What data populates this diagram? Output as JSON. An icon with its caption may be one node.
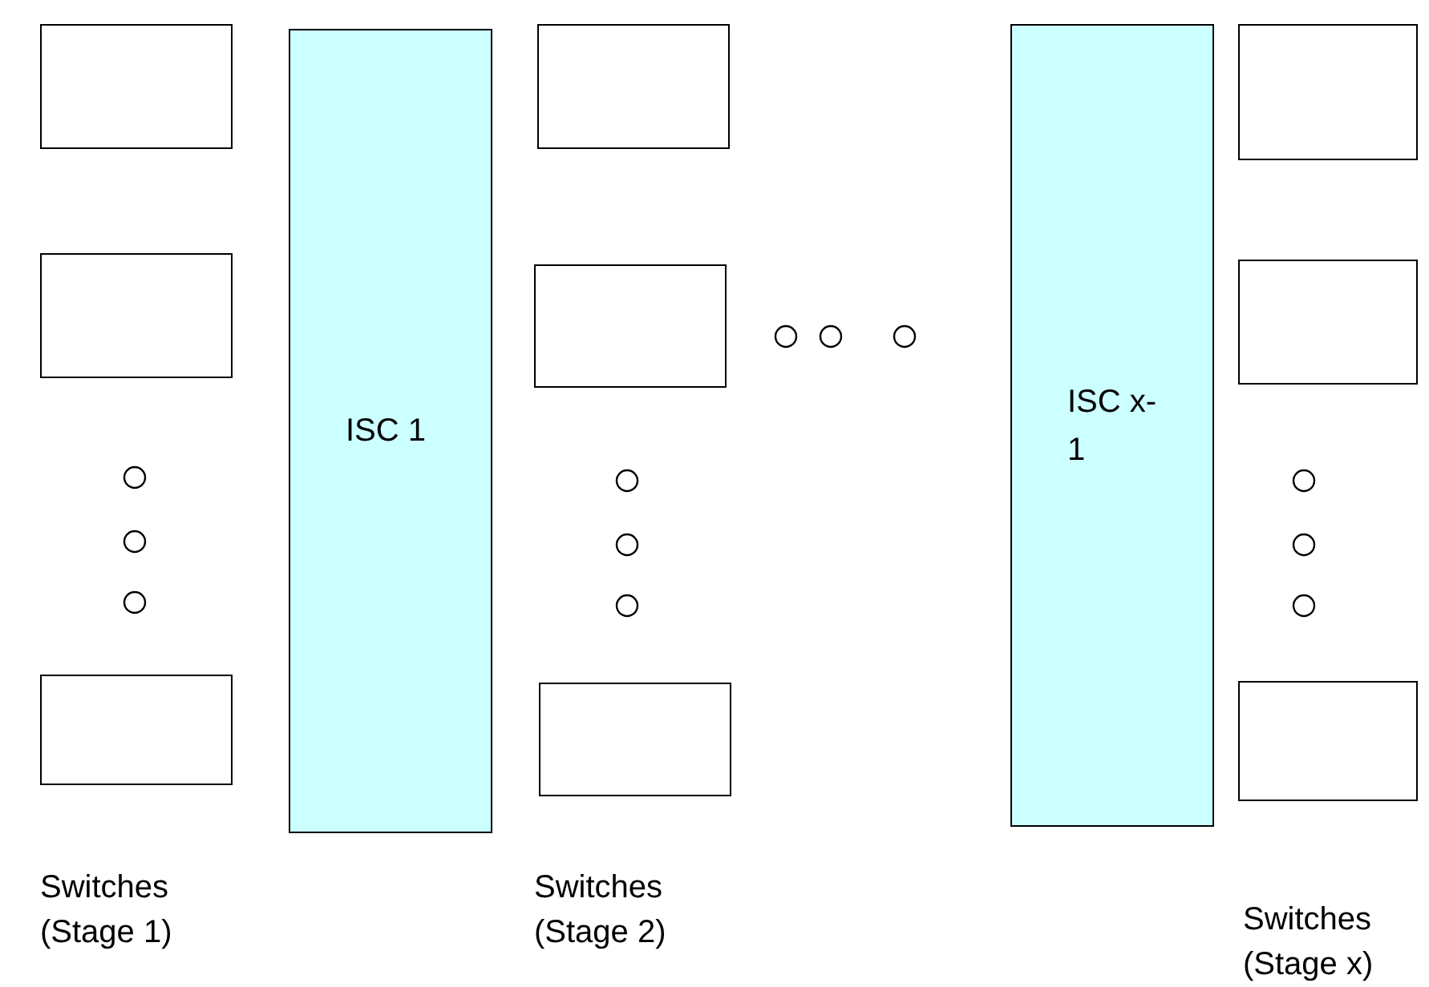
{
  "diagram": {
    "nodes": [
      {
        "text": [],
        "shape": "box"
      },
      {
        "text": [],
        "shape": "box"
      },
      {
        "text": [],
        "shape": "box"
      },
      {
        "text": [
          "ISC 1"
        ]
      },
      {
        "text": [],
        "shape": "box"
      },
      {
        "text": [],
        "shape": "box"
      },
      {
        "text": [],
        "shape": "box"
      },
      {
        "text": [
          "ISC x-1"
        ]
      },
      {
        "text": [],
        "shape": "box"
      },
      {
        "text": [],
        "shape": "box"
      },
      {
        "text": [],
        "shape": "box"
      }
    ],
    "labels": [
      "Switches (Stage 1)",
      "Switches (Stage 2)",
      "Switches (Stage x)"
    ]
  }
}
